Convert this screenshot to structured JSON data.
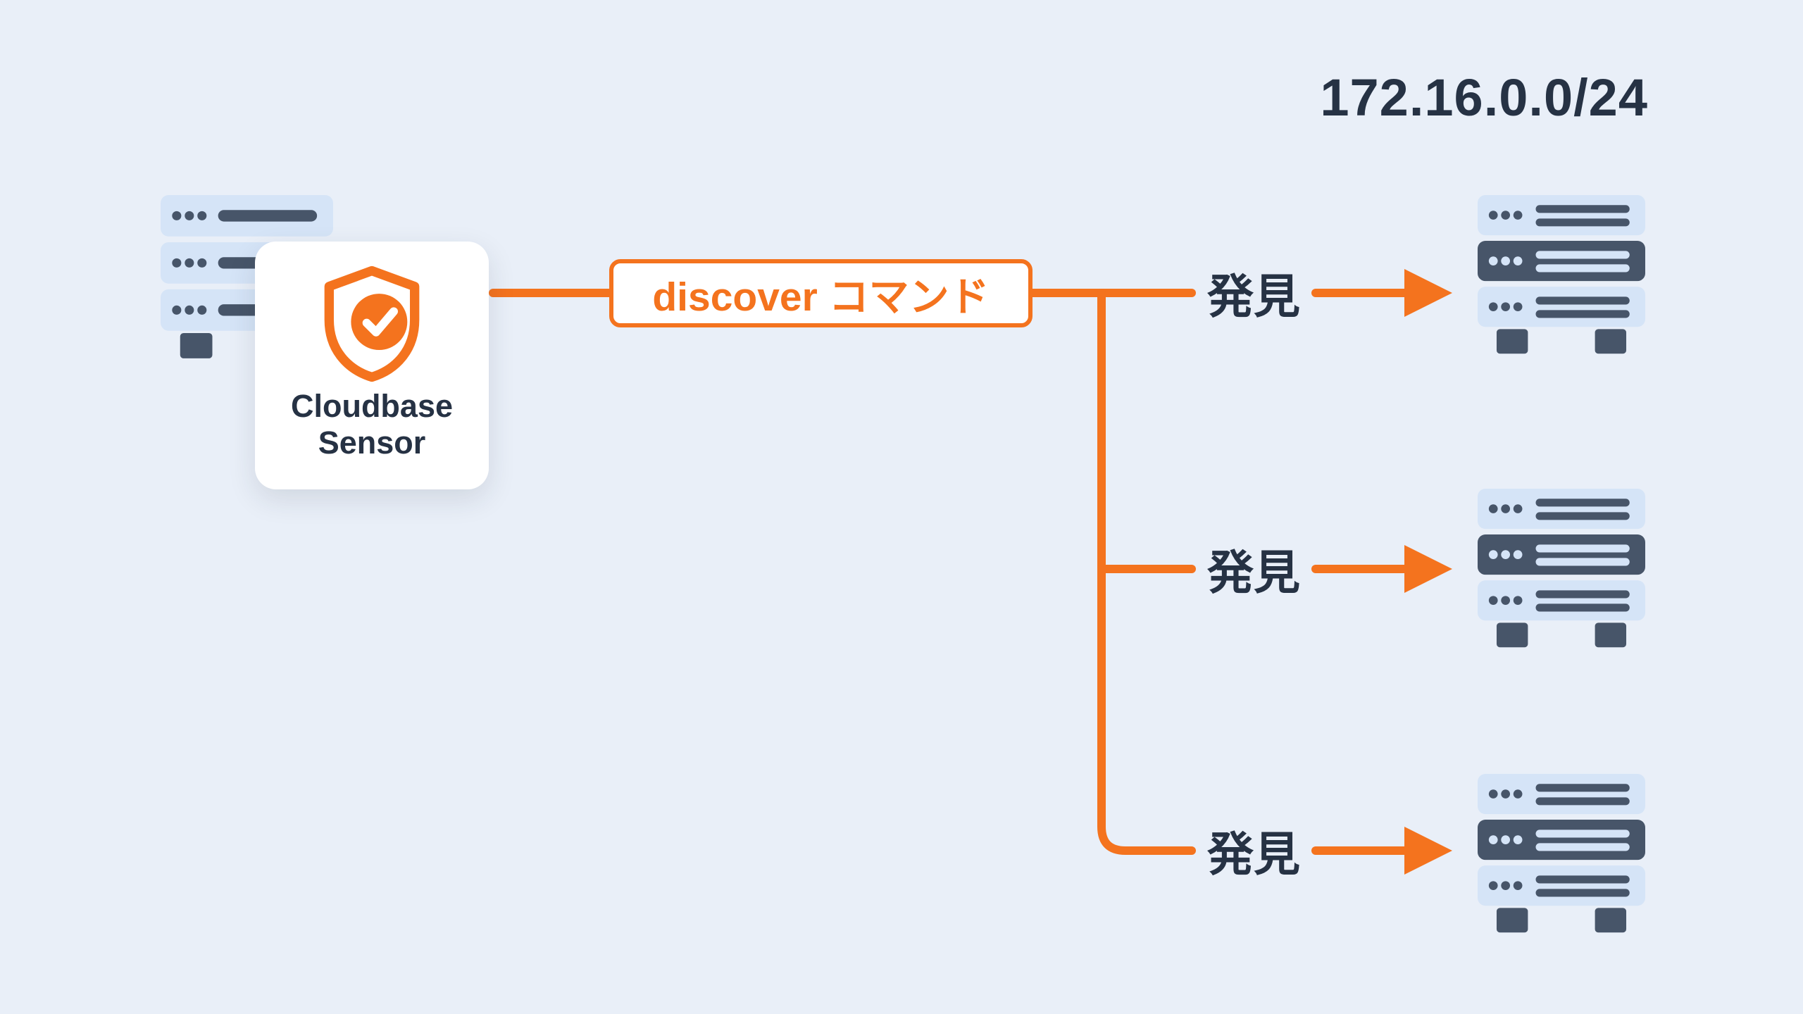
{
  "network_label": "172.16.0.0/24",
  "sensor_card": {
    "line1": "Cloudbase",
    "line2": "Sensor"
  },
  "command_box": {
    "label": "discover コマンド"
  },
  "branches": [
    {
      "label": "発見"
    },
    {
      "label": "発見"
    },
    {
      "label": "発見"
    }
  ],
  "icons": {
    "shield": "shield-check-icon",
    "left_server": "server-stack-icon",
    "right_servers": "server-stack-icon"
  },
  "colors": {
    "background": "#E9EFF8",
    "accent_orange": "#F4731E",
    "text_dark": "#263244",
    "server_light": "#D5E4F7",
    "server_dark": "#475569"
  }
}
